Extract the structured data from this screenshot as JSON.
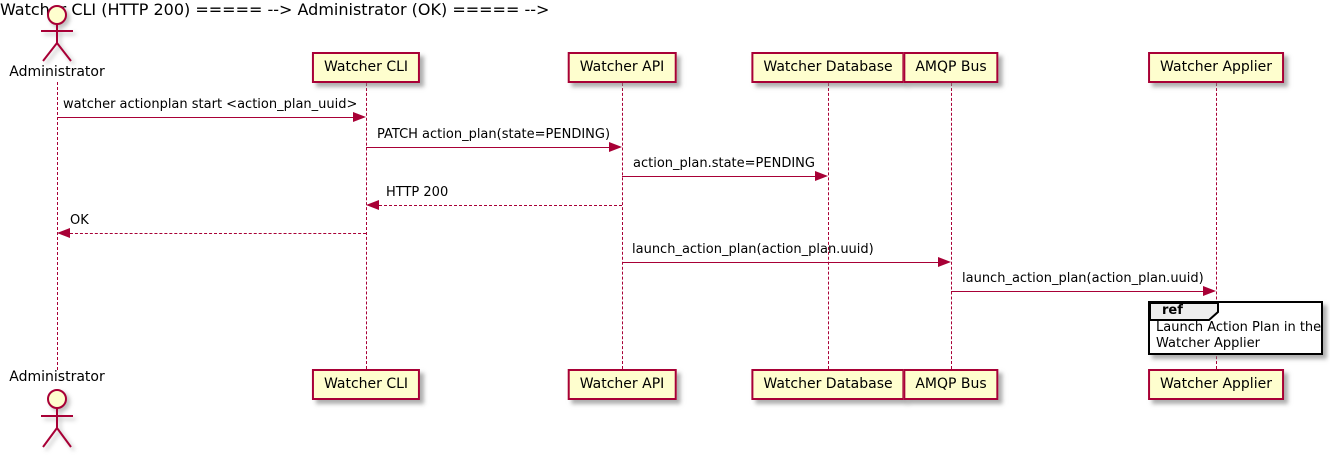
{
  "diagram_type": "uml-sequence-diagram",
  "colors": {
    "participant_fill": "#FEFECE",
    "participant_border": "#A80036",
    "message_line": "#A80036",
    "lifeline": "#A80036",
    "text": "#000000",
    "ref_border": "#000000",
    "ref_header_fill": "#EEEEEE",
    "background": "#FFFFFF"
  },
  "actor": {
    "name": "Administrator"
  },
  "participants": [
    {
      "label": "Watcher CLI"
    },
    {
      "label": "Watcher API"
    },
    {
      "label": "Watcher Database"
    },
    {
      "label": "AMQP Bus"
    },
    {
      "label": "Watcher Applier"
    }
  ],
  "messages": [
    {
      "from": "Administrator",
      "to": "Watcher CLI",
      "label": "watcher actionplan start <action_plan_uuid>",
      "line_style": "solid"
    },
    {
      "from": "Watcher CLI",
      "to": "Watcher API",
      "label": "PATCH action_plan(state=PENDING)",
      "line_style": "solid"
    },
    {
      "from": "Watcher API",
      "to": "Watcher Database",
      "label": "action_plan.state=PENDING",
      "line_style": "solid"
    },
    {
      "from": "Watcher API",
      "to": "Watcher CLI",
      "label": "HTTP 200",
      "line_style": "dashed"
    },
    {
      "from": "Watcher CLI",
      "to": "Administrator",
      "label": "OK",
      "line_style": "dashed"
    },
    {
      "from": "Watcher API",
      "to": "AMQP Bus",
      "label": "launch_action_plan(action_plan.uuid)",
      "line_style": "solid"
    },
    {
      "from": "AMQP Bus",
      "to": "Watcher Applier",
      "label": "launch_action_plan(action_plan.uuid)",
      "line_style": "solid"
    }
  ],
  "ref_fragment": {
    "keyword": "ref",
    "over": "Watcher Applier",
    "line1": "Launch Action Plan in the",
    "line2": "Watcher Applier"
  }
}
